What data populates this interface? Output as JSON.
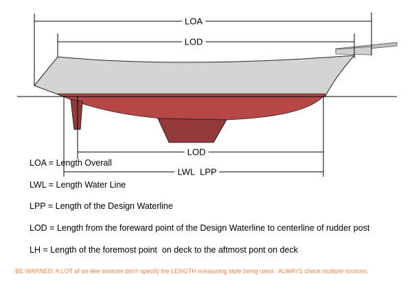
{
  "diagram": {
    "dimensions": {
      "loa": "LOA",
      "lod_top": "LOD",
      "lod_bottom": "LOD",
      "lwl_lpp": "LWL  LPP"
    },
    "colors": {
      "topsides": "#d4d4d4",
      "hull_below": "#b54747",
      "keel": "#953a3a",
      "warning": "#ff7f3f"
    }
  },
  "definitions": [
    "LOA = Length Overall",
    "LWL = Length Water Line",
    "LPP = Length of the Design Waterline",
    "LOD = Length from the foreward point of the Design Waterline to centerline of rudder post",
    "LH = Length of the foremost point  on deck to the aftmost pont on deck"
  ],
  "warning": "BE WARNED: A LOT of on-line sources don't specify the LENGTH measuring style being used.  ALWAYS check multiple sources."
}
